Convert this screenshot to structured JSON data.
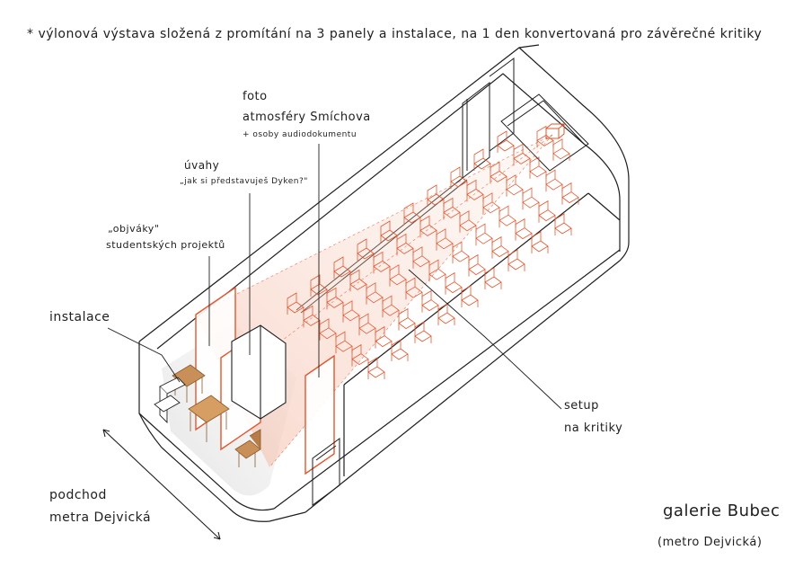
{
  "header_note": "* výlonová výstava složená z promítání na 3 panely a instalace, na 1 den konvertovaná pro závěrečné kritiky",
  "labels": {
    "foto_title": "foto",
    "foto_subject": "atmosféry Smíchova",
    "foto_sub": "+ osoby audiodokumentu",
    "uvahy_title": "úvahy",
    "uvahy_sub": "„jak si představuješ Dyken?\"",
    "objvaky_title": "„objváky\"",
    "objvaky_sub": "studentských projektů",
    "instalace": "instalace",
    "setup_line1": "setup",
    "setup_line2": "na kritiky",
    "podchod_line1": "podchod",
    "podchod_line2": "metra Dejvická"
  },
  "gallery": {
    "name": "galerie Bubec",
    "location": "(metro Dejvická)"
  },
  "colors": {
    "ink": "#1e1e1e",
    "accent": "#e2572f",
    "projection": "#f7c7b6",
    "furniture": "#c98f58"
  }
}
